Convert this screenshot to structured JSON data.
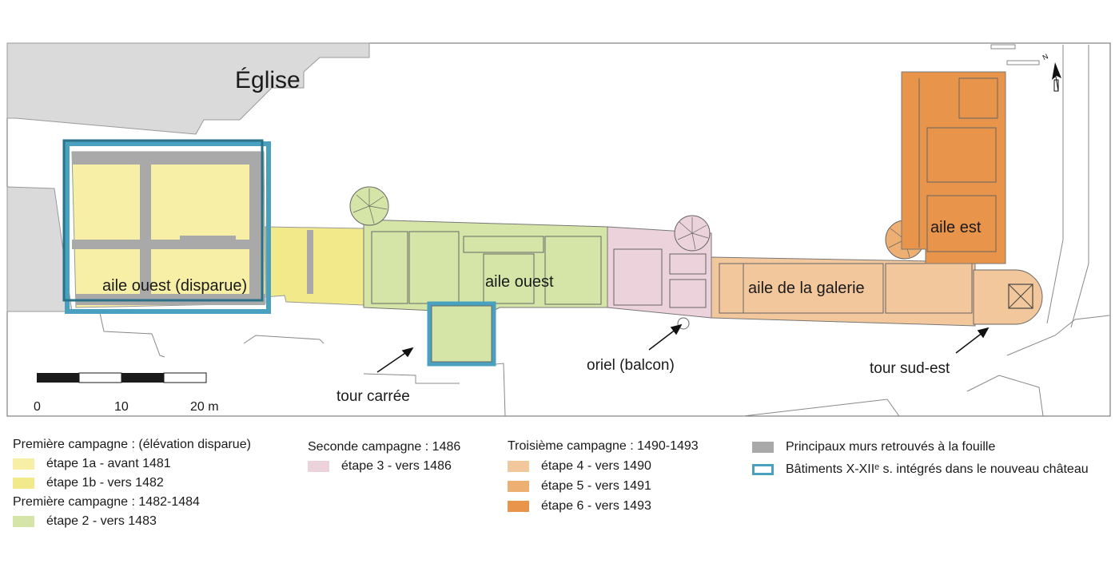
{
  "map": {
    "labels": {
      "eglise": "Église",
      "aile_ouest_disparue": "aile ouest (disparue)",
      "aile_ouest": "aile ouest",
      "aile_galerie": "aile de la galerie",
      "aile_est": "aile est",
      "tour_carree": "tour carrée",
      "oriel": "oriel (balcon)",
      "tour_sud_est": "tour sud-est",
      "north": "N"
    },
    "scale": {
      "ticks": [
        "0",
        "10",
        "20 m"
      ]
    },
    "colors": {
      "etape_1a": "#f7efa6",
      "etape_1b": "#f1e98a",
      "etape_2": "#d5e5a8",
      "etape_3": "#ecd2da",
      "etape_4": "#f2c79c",
      "etape_5": "#edaf72",
      "etape_6": "#e8944a",
      "walls": "#a9a9a9",
      "context_gray": "#dadada",
      "old_buildings": "#4aa0bf",
      "old_buildings_dark": "#2a7288"
    }
  },
  "legend": {
    "col1": {
      "heading1": "Première campagne : (élévation disparue)",
      "item_1a": "étape 1a - avant 1481",
      "item_1b": "étape 1b - vers 1482",
      "heading2": "Première campagne : 1482-1484",
      "item_2": "étape 2 - vers 1483"
    },
    "col2": {
      "heading": "Seconde campagne : 1486",
      "item_3": "étape 3 - vers 1486"
    },
    "col3": {
      "heading": "Troisième campagne : 1490-1493",
      "item_4": "étape 4 - vers 1490",
      "item_5": "étape 5 - vers 1491",
      "item_6": "étape 6 - vers 1493"
    },
    "col4": {
      "walls": "Principaux murs retrouvés à la fouille",
      "buildings": "Bâtiments X-XIIᵉ s. intégrés dans le nouveau château"
    }
  }
}
